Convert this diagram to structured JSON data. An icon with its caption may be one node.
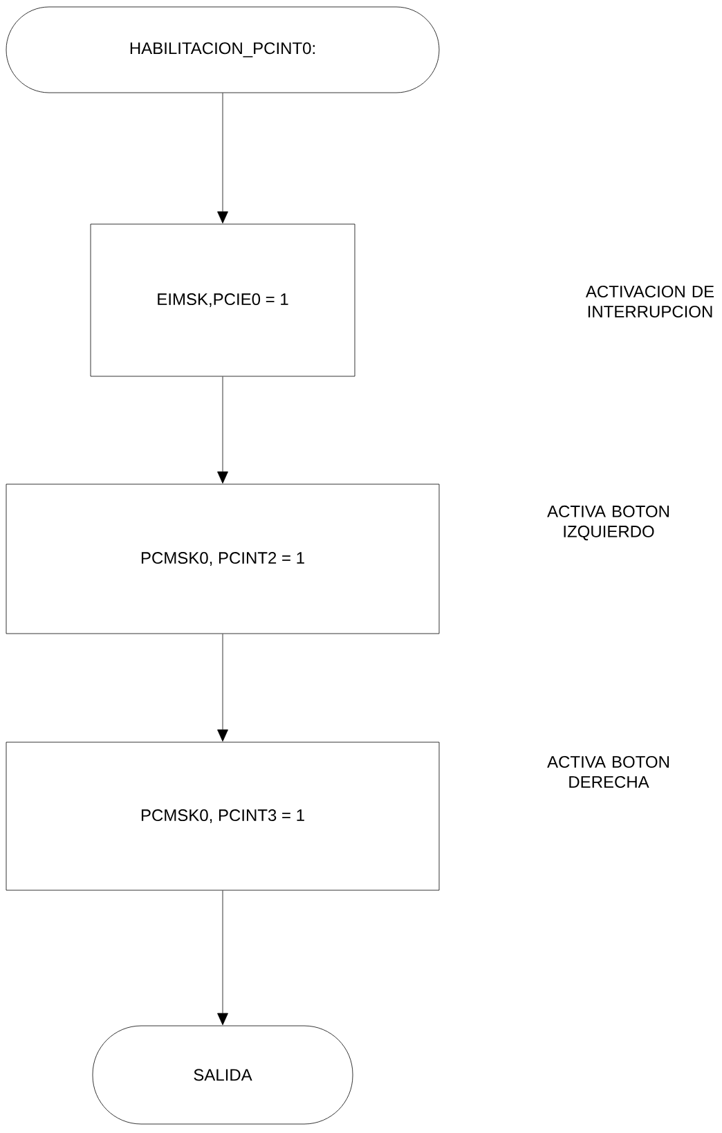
{
  "diagram": {
    "nodes": [
      {
        "text": [
          "HABILITACION_PCINT0:"
        ]
      },
      {
        "text": [
          "EIMSK,PCIE0 = 1"
        ]
      },
      {
        "text": [
          "PCMSK0, PCINT2 = 1"
        ]
      },
      {
        "text": [
          "PCMSK0, PCINT3 = 1"
        ]
      },
      {
        "text": [
          "SALIDA"
        ]
      }
    ],
    "edges": [
      {
        "from": 0,
        "to": 1,
        "arrow": "to"
      },
      {
        "from": 1,
        "to": 2,
        "arrow": "to"
      },
      {
        "from": 2,
        "to": 3,
        "arrow": "to"
      },
      {
        "from": 3,
        "to": 4,
        "arrow": "to"
      }
    ],
    "labels": [
      "ACTIVACION DE INTERRUPCION",
      "ACTIVA BOTON IZQUIERDO",
      "ACTIVA BOTON DERECHA"
    ]
  }
}
